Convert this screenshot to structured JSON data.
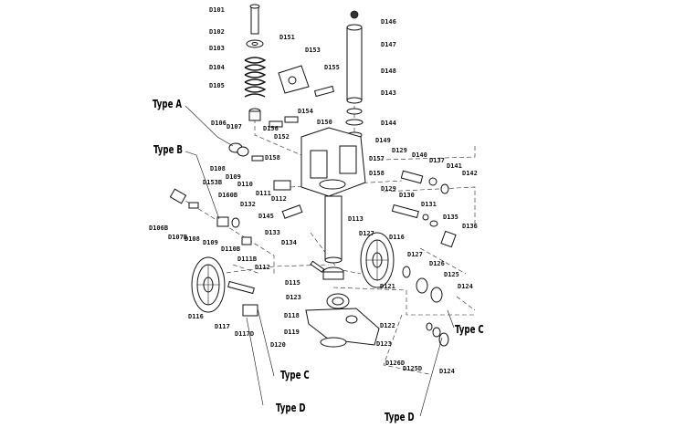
{
  "type_labels": {
    "type_a": "Type A",
    "type_b": "Type B",
    "type_c_right": "Type C",
    "type_c_bottom": "Type C",
    "type_d_bottom": "Type D",
    "type_d_right": "Type D"
  },
  "parts": {
    "D101": "D101",
    "D102": "D102",
    "D103": "D103",
    "D104": "D104",
    "D105": "D105",
    "D106": "D106",
    "D107": "D107",
    "D108": "D108",
    "D109": "D109",
    "D110": "D110",
    "D111": "D111",
    "D112": "D112",
    "D112b": "D112",
    "D113": "D113",
    "D115": "D115",
    "D116": "D116",
    "D116b": "D116",
    "D117": "D117",
    "D117D": "D117D",
    "D118": "D118",
    "D119": "D119",
    "D120": "D120",
    "D121": "D121",
    "D122": "D122",
    "D123": "D123",
    "D123b": "D123",
    "D124": "D124",
    "D124b": "D124",
    "D125": "D125",
    "D125D": "D125D",
    "D126": "D126",
    "D126D": "D126D",
    "D127": "D127",
    "D127b": "D127",
    "D129": "D129",
    "D129b": "D129",
    "D130": "D130",
    "D131": "D131",
    "D132": "D132",
    "D133": "D133",
    "D134": "D134",
    "D135": "D135",
    "D136": "D136",
    "D137": "D137",
    "D140": "D140",
    "D141": "D141",
    "D142": "D142",
    "D143": "D143",
    "D144": "D144",
    "D145": "D145",
    "D146": "D146",
    "D147": "D147",
    "D148": "D148",
    "D149": "D149",
    "D150": "D150",
    "D151": "D151",
    "D152": "D152",
    "D153": "D153",
    "D154": "D154",
    "D155": "D155",
    "D156": "D156",
    "D157": "D157",
    "D158": "D158",
    "D158b": "D158",
    "D106B": "D106B",
    "D107B": "D107B",
    "D108b": "D108",
    "D109b": "D109",
    "D110B": "D110B",
    "D111B": "D111B",
    "D153B": "D153B",
    "D160B": "D160B"
  }
}
